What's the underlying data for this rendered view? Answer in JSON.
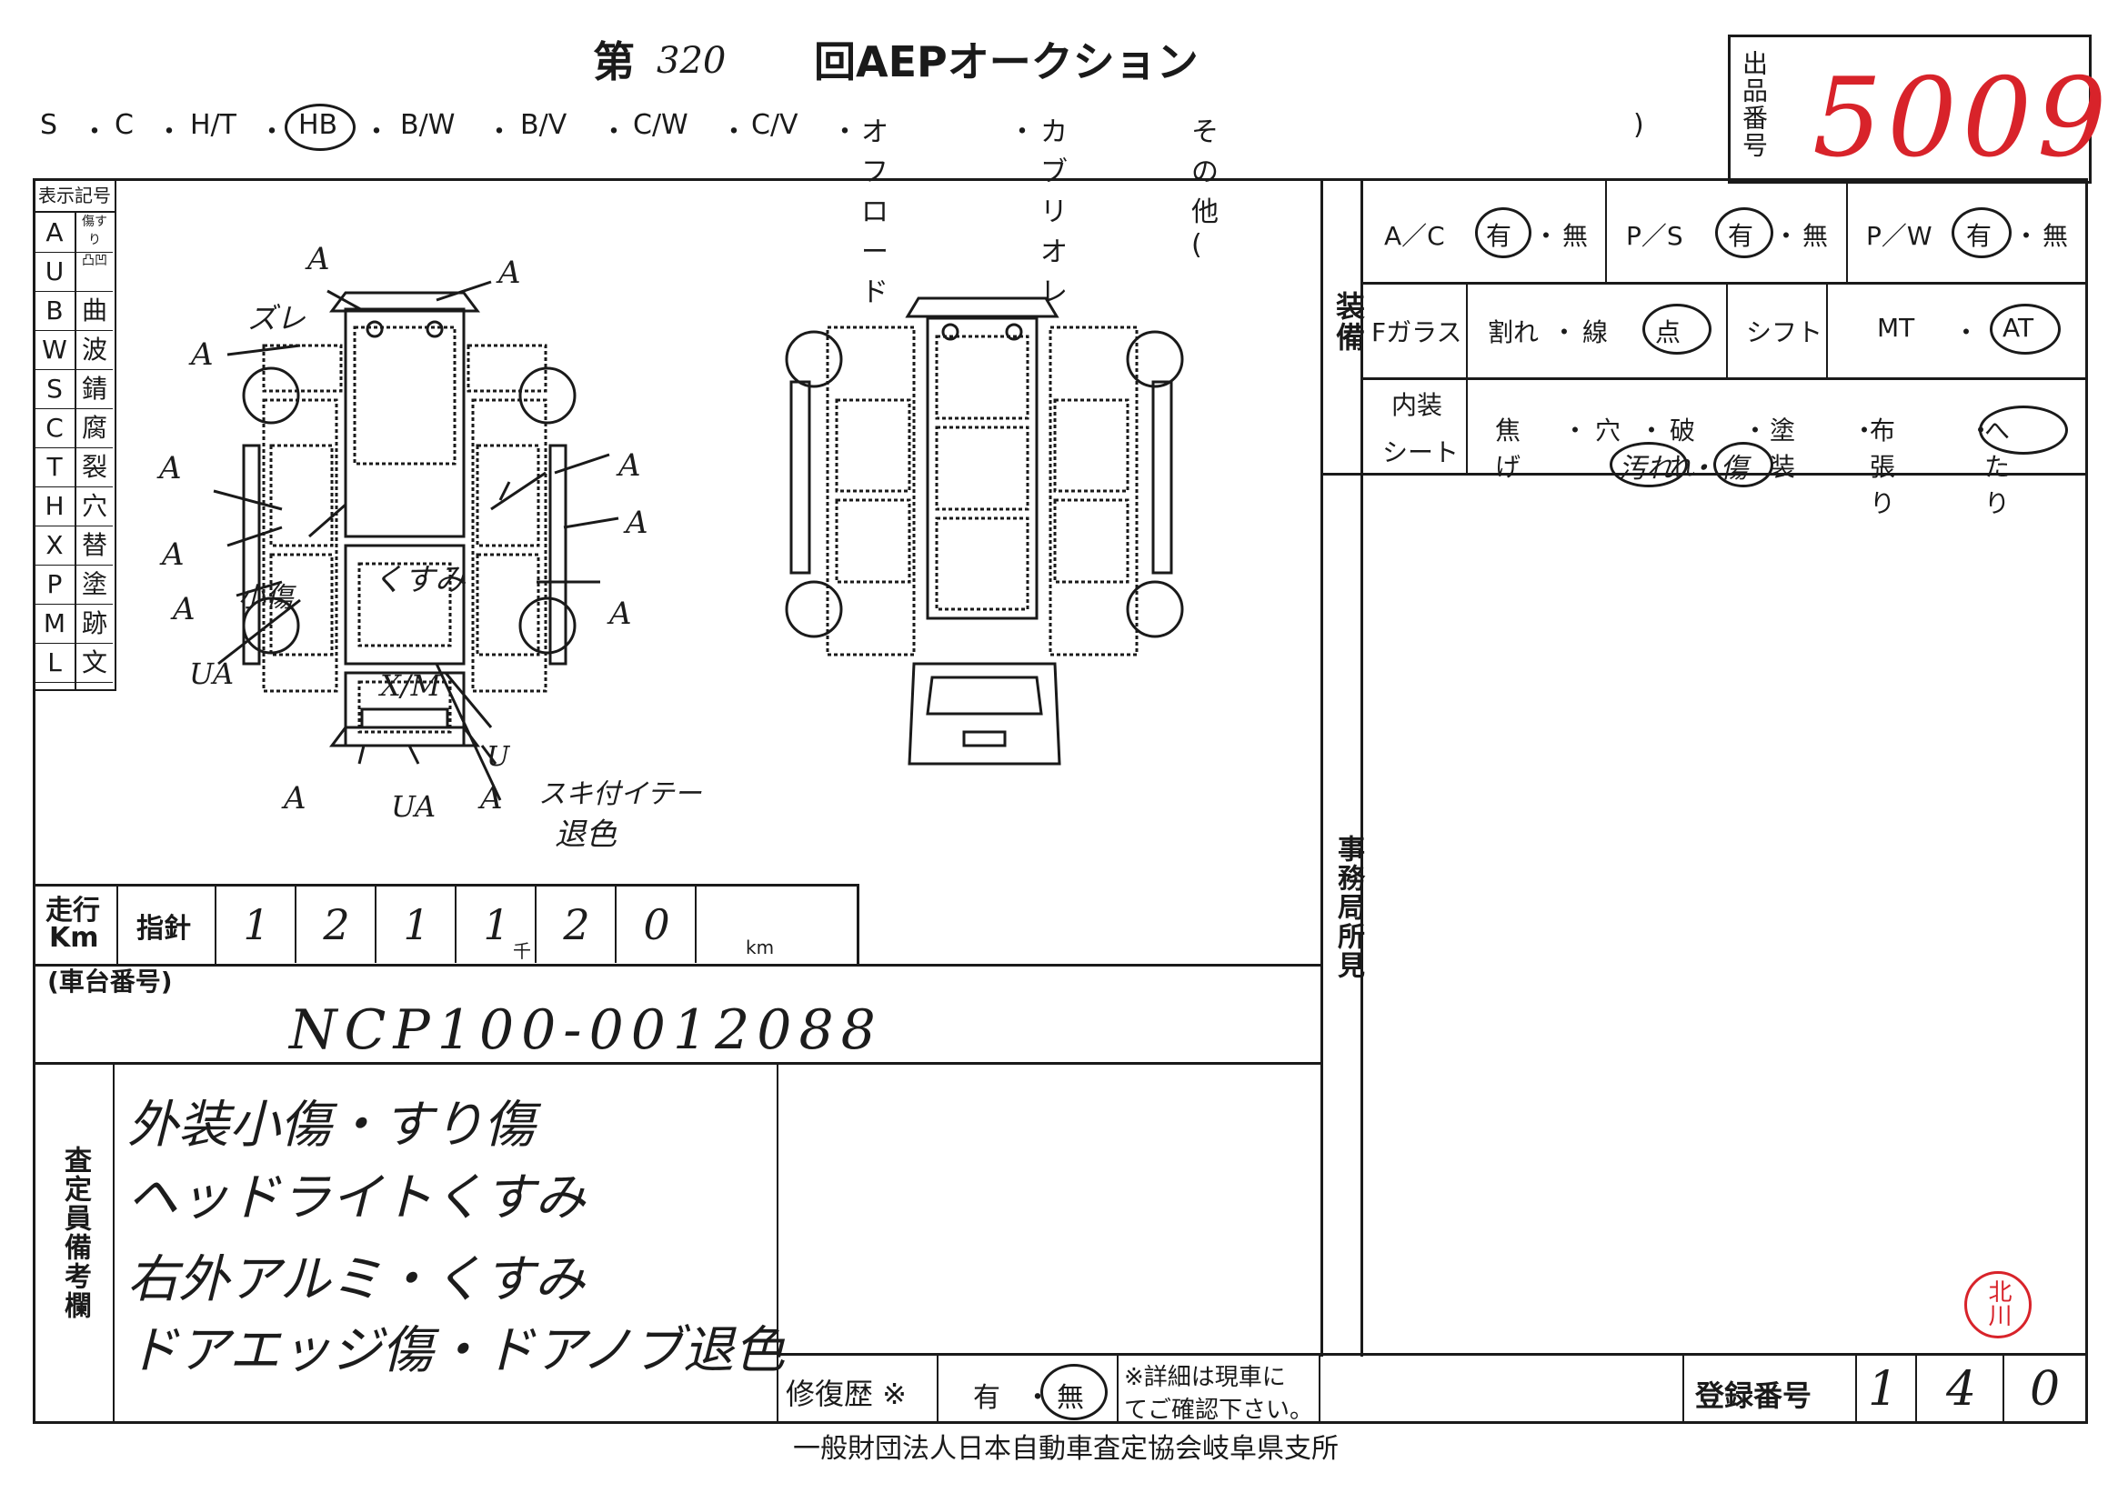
{
  "header": {
    "title_prefix": "第",
    "session_no": "320",
    "title_suffix": "回AEPオークション",
    "lot_label": "出品番号",
    "lot_no": "5009"
  },
  "body_types": {
    "options": [
      "S",
      "・",
      "C",
      "・",
      "H/T",
      "・",
      "HB",
      "・",
      "B/W",
      "・",
      "B/V",
      "・",
      "C/W",
      "・",
      "C/V",
      "・",
      "オフロード",
      "・",
      "カブリオレ",
      "その他(",
      ")"
    ],
    "selected": "HB"
  },
  "legend": {
    "title": "表示記号",
    "rows": [
      {
        "code": "A",
        "meaning": "傷すり"
      },
      {
        "code": "U",
        "meaning": "凸凹"
      },
      {
        "code": "B",
        "meaning": "曲"
      },
      {
        "code": "W",
        "meaning": "波"
      },
      {
        "code": "S",
        "meaning": "錆"
      },
      {
        "code": "C",
        "meaning": "腐"
      },
      {
        "code": "T",
        "meaning": "裂"
      },
      {
        "code": "H",
        "meaning": "穴"
      },
      {
        "code": "X",
        "meaning": "替"
      },
      {
        "code": "P",
        "meaning": "塗"
      },
      {
        "code": "M",
        "meaning": "跡"
      },
      {
        "code": "L",
        "meaning": "文"
      }
    ]
  },
  "diagram_notes": {
    "a1": "A",
    "a2": "A",
    "a3": "A",
    "a4": "A",
    "a5": "A",
    "a6": "A",
    "a7": "A",
    "a8": "A",
    "a9": "A",
    "a10": "A",
    "a11": "A",
    "ua1": "UA",
    "ua2": "UA",
    "u1": "U",
    "zure": "ズレ",
    "kusumi": "くすみ",
    "fuchi": "小傷",
    "xm": "X/M",
    "step1": "スキ付イテー",
    "step2": "退色"
  },
  "equipment": {
    "section_label": "装備",
    "ac_label": "A／C",
    "ps_label": "P／S",
    "pw_label": "P／W",
    "yes": "有",
    "dot": "・",
    "no": "無",
    "fglass_label": "Fガラス",
    "fglass_options": [
      "割れ",
      "・",
      "線",
      "点"
    ],
    "shift_label": "シフト",
    "shift_mt": "MT",
    "shift_at": "AT",
    "interior_label1": "内装",
    "interior_label2": "シート",
    "interior_options": [
      "焦げ",
      "・",
      "穴",
      "・",
      "破れ",
      "・",
      "塗装",
      "・",
      "布張り",
      "・",
      "へたり"
    ],
    "interior_note1": "汚れ",
    "interior_note2": "傷"
  },
  "office": {
    "label": "事務局所見"
  },
  "odometer": {
    "label1": "走行",
    "label2": "Km",
    "indicator": "指針",
    "digits": [
      "1",
      "2",
      "1",
      "1",
      "2",
      "0"
    ],
    "thousand": "千",
    "km": "km"
  },
  "chassis": {
    "label": "(車台番号)",
    "value": "NCP100-0012088"
  },
  "remarks": {
    "label": "査定員備考欄",
    "lines": [
      "外装小傷・すり傷",
      "ヘッドライトくすみ",
      "右外アルミ・くすみ",
      "ドアエッジ傷・ドアノブ退色"
    ]
  },
  "repair": {
    "label": "修復歴 ※",
    "yes": "有",
    "dot": "・",
    "no": "無",
    "note1": "※詳細は現車に",
    "note2": "てご確認下さい。"
  },
  "registration": {
    "label": "登録番号",
    "digits": [
      "1",
      "4",
      "0"
    ]
  },
  "stamp": {
    "text": "北川"
  },
  "footer": {
    "text": "一般財団法人日本自動車査定協会岐阜県支所"
  }
}
